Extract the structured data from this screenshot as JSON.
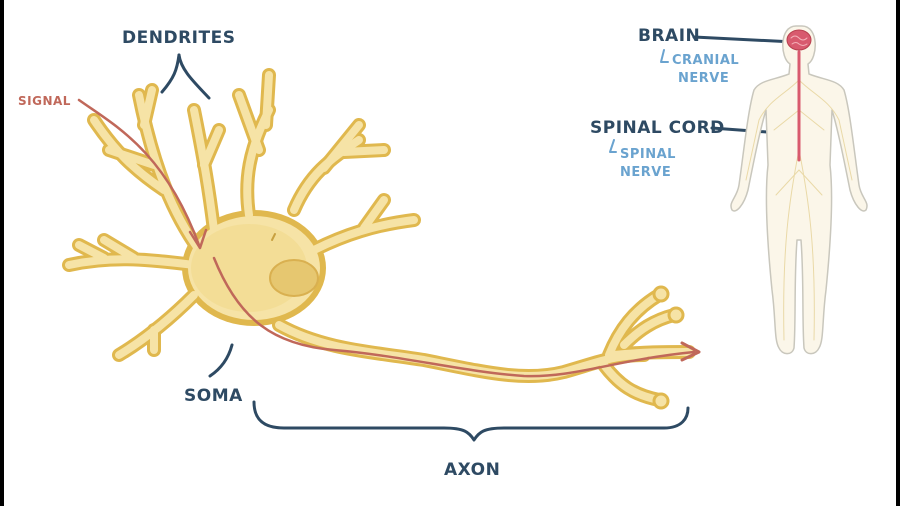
{
  "labels": {
    "dendrites": "DENDRITES",
    "signal": "SIGNAL",
    "soma": "SOMA",
    "axon": "AXON",
    "brain": "BRAIN",
    "cranial_nerve_1": "CRANIAL",
    "cranial_nerve_2": "NERVE",
    "spinal_cord": "SPINAL CORD",
    "spinal_nerve_1": "SPINAL",
    "spinal_nerve_2": "NERVE"
  },
  "colors": {
    "neuron_fill": "#f6e3a6",
    "neuron_outline": "#e0b84e",
    "signal": "#c0685a",
    "label_dark": "#2e4a63",
    "label_blue": "#6aa3cf",
    "brain": "#d85a6e",
    "body_outline": "#c9c7bd"
  }
}
